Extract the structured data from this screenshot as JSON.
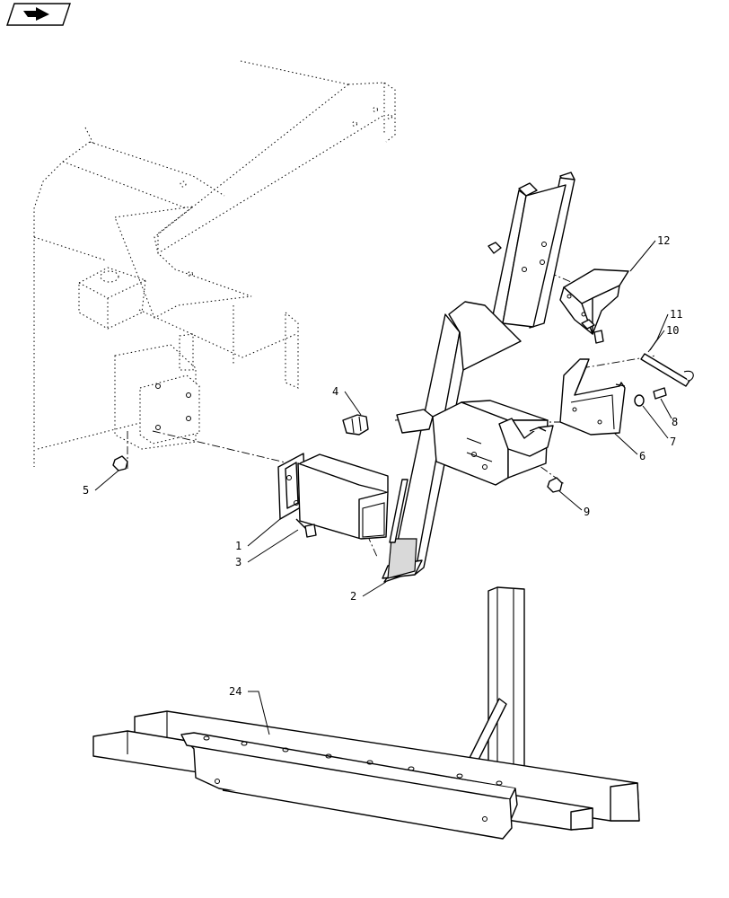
{
  "nav_icon": "book-arrow-icon",
  "callouts": {
    "c1": "1",
    "c2": "2",
    "c3": "3",
    "c4": "4",
    "c5": "5",
    "c6": "6",
    "c7": "7",
    "c8": "8",
    "c9": "9",
    "c10": "10",
    "c11": "11",
    "c12": "12",
    "c24": "24"
  }
}
